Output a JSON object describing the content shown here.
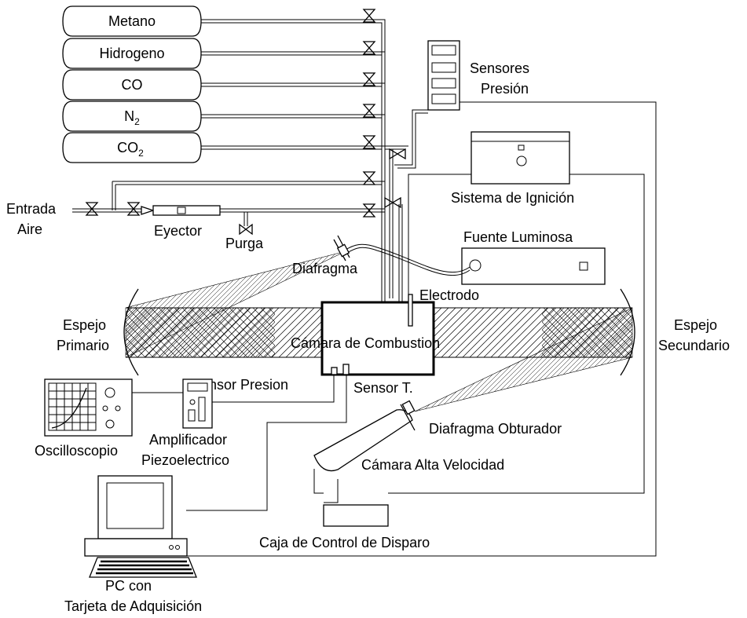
{
  "gases": [
    {
      "label": "Metano",
      "sub": ""
    },
    {
      "label": "Hidrogeno",
      "sub": ""
    },
    {
      "label": "CO",
      "sub": ""
    },
    {
      "label": "N",
      "sub": "2"
    },
    {
      "label": "CO",
      "sub": "2"
    }
  ],
  "labels": {
    "sensores_1": "Sensores",
    "sensores_2": "Presión",
    "ignicion": "Sistema de Ignición",
    "entrada_1": "Entrada",
    "entrada_2": "Aire",
    "eyector": "Eyector",
    "purga": "Purga",
    "fuente": "Fuente Luminosa",
    "diafragma": "Diafragma",
    "electrodo": "Electrodo",
    "espejo_p_1": "Espejo",
    "espejo_p_2": "Primario",
    "espejo_s_1": "Espejo",
    "espejo_s_2": "Secundario",
    "camara": "Cámara de Combustion",
    "sensor_presion": "Sensor Presion",
    "sensor_t": "Sensor T.",
    "oscilloscopio": "Oscilloscopio",
    "amplificador_1": "Amplificador",
    "amplificador_2": "Piezoelectrico",
    "diafragma_obt": "Diafragma Obturador",
    "camara_alta": "Cámara Alta Velocidad",
    "caja": "Caja de Control de Disparo",
    "pc_1": "PC con",
    "pc_2": "Tarjeta de Adquisición"
  }
}
